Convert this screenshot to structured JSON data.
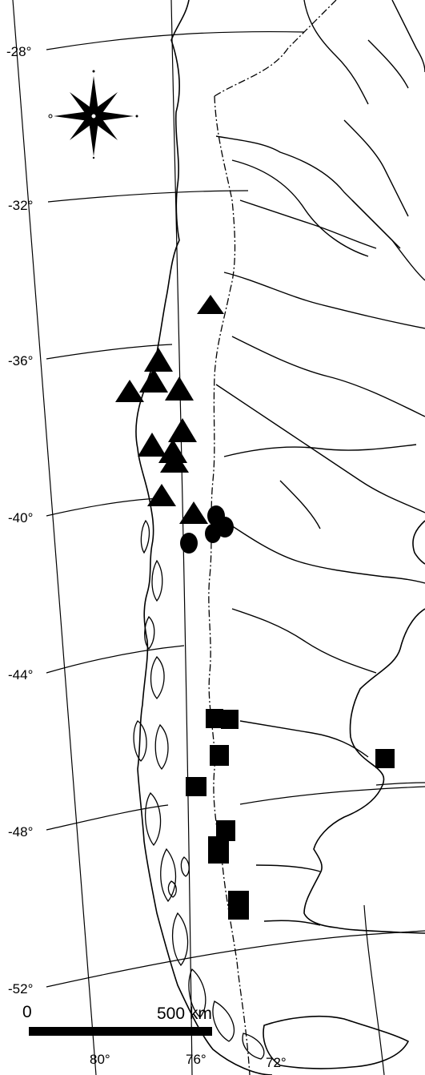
{
  "map": {
    "latitude_labels": [
      "-28°",
      "-32°",
      "-36°",
      "-40°",
      "-44°",
      "-48°",
      "-52°"
    ],
    "longitude_labels": [
      "80°",
      "76°",
      "72°"
    ],
    "scale_bar": {
      "start_label": "0",
      "end_label": "500 km"
    },
    "compass_rose": {
      "icon": "compass-rose-icon"
    },
    "marker_color": "#000000",
    "legend_symbols": [
      {
        "shape": "triangle",
        "count": 14
      },
      {
        "shape": "circle",
        "count": 4
      },
      {
        "shape": "square",
        "count": 11
      }
    ]
  }
}
